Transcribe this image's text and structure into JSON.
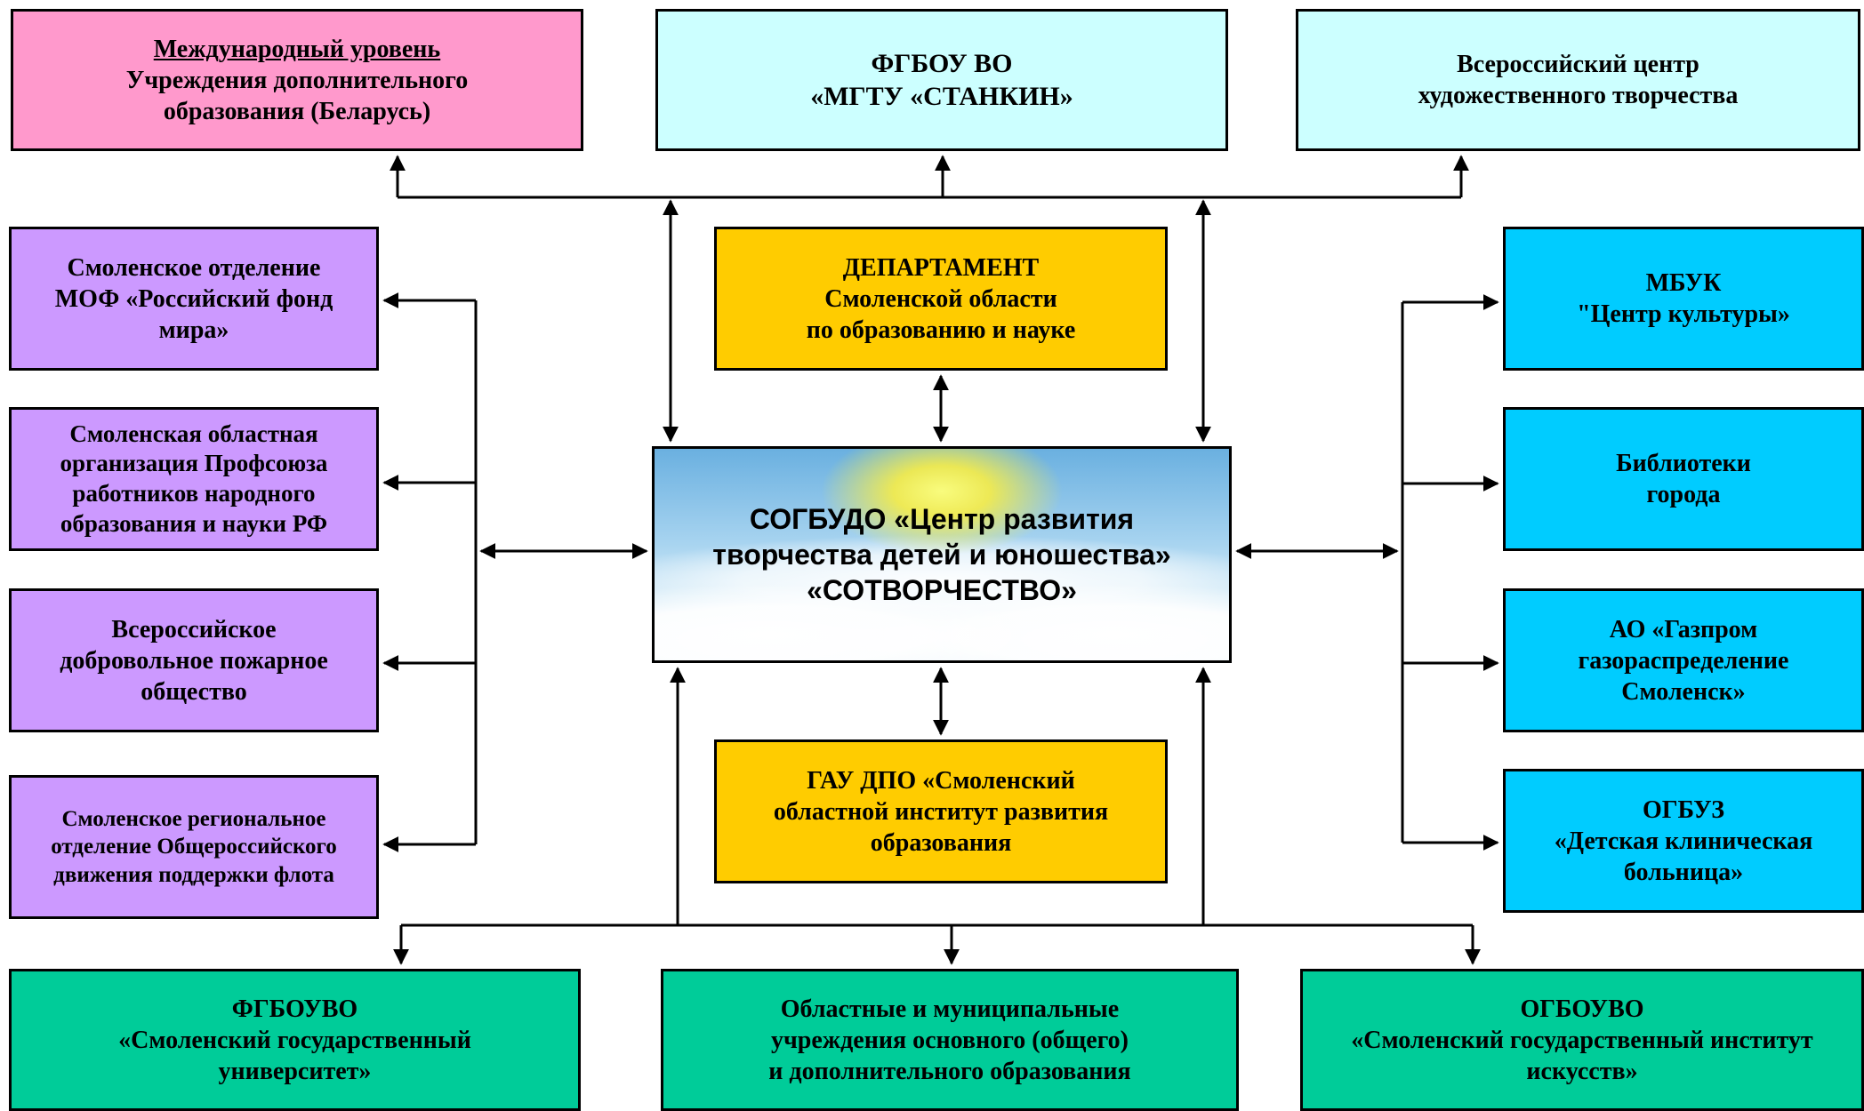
{
  "colors": {
    "pink": "#ff99cc",
    "light_cyan": "#ccffff",
    "lavender": "#cc99ff",
    "gold": "#ffcc00",
    "sky_blue": "#00ccff",
    "green": "#00cc99",
    "line": "#000000"
  },
  "center": {
    "lines": [
      "СОГБУДО «Центр развития",
      "творчества детей и юношества»",
      "«СОТВОРЧЕСТВО»"
    ],
    "background": "sunburst-over-clouds"
  },
  "top": {
    "intl": {
      "heading": "Международный уровень",
      "lines": [
        "Учреждения дополнительного",
        "образования (Беларусь)"
      ]
    },
    "stankin": {
      "lines": [
        "ФГБОУ ВО",
        "«МГТУ «СТАНКИН»"
      ]
    },
    "vcht": {
      "lines": [
        "Всероссийский центр",
        "художественного творчества"
      ]
    }
  },
  "left": {
    "rfm": {
      "lines": [
        "Смоленское отделение",
        "МОФ «Российский фонд",
        "мира»"
      ]
    },
    "prof": {
      "lines": [
        "Смоленская областная",
        "организация Профсоюза",
        "работников народного",
        "образования и науки РФ"
      ]
    },
    "vdpo": {
      "lines": [
        "Всероссийское",
        "добровольное пожарное",
        "общество"
      ]
    },
    "flot": {
      "lines": [
        "Смоленское региональное",
        "отделение Общероссийского",
        "движения поддержки флота"
      ]
    }
  },
  "middle": {
    "dept": {
      "lines": [
        "ДЕПАРТАМЕНТ",
        "Смоленской области",
        "по образованию и науке"
      ]
    },
    "gau": {
      "lines": [
        "ГАУ ДПО «Смоленский",
        "областной институт развития",
        "образования"
      ]
    }
  },
  "right": {
    "cult": {
      "lines": [
        "МБУК",
        "\"Центр культуры»"
      ]
    },
    "bibl": {
      "lines": [
        "Библиотеки",
        "города"
      ]
    },
    "gaz": {
      "lines": [
        "АО «Газпром",
        "газораспределение",
        "Смоленск»"
      ]
    },
    "dkb": {
      "lines": [
        "ОГБУЗ",
        "«Детская клиническая",
        "больница»"
      ]
    }
  },
  "bottom": {
    "sgu": {
      "lines": [
        "ФГБОУВО",
        "«Смоленский государственный",
        "университет»"
      ]
    },
    "obl": {
      "lines": [
        "Областные и муниципальные",
        "учреждения основного (общего)",
        "и дополнительного образования"
      ]
    },
    "sgii": {
      "lines": [
        "ОГБОУВО",
        "«Смоленский государственный институт",
        "искусств»"
      ]
    }
  }
}
